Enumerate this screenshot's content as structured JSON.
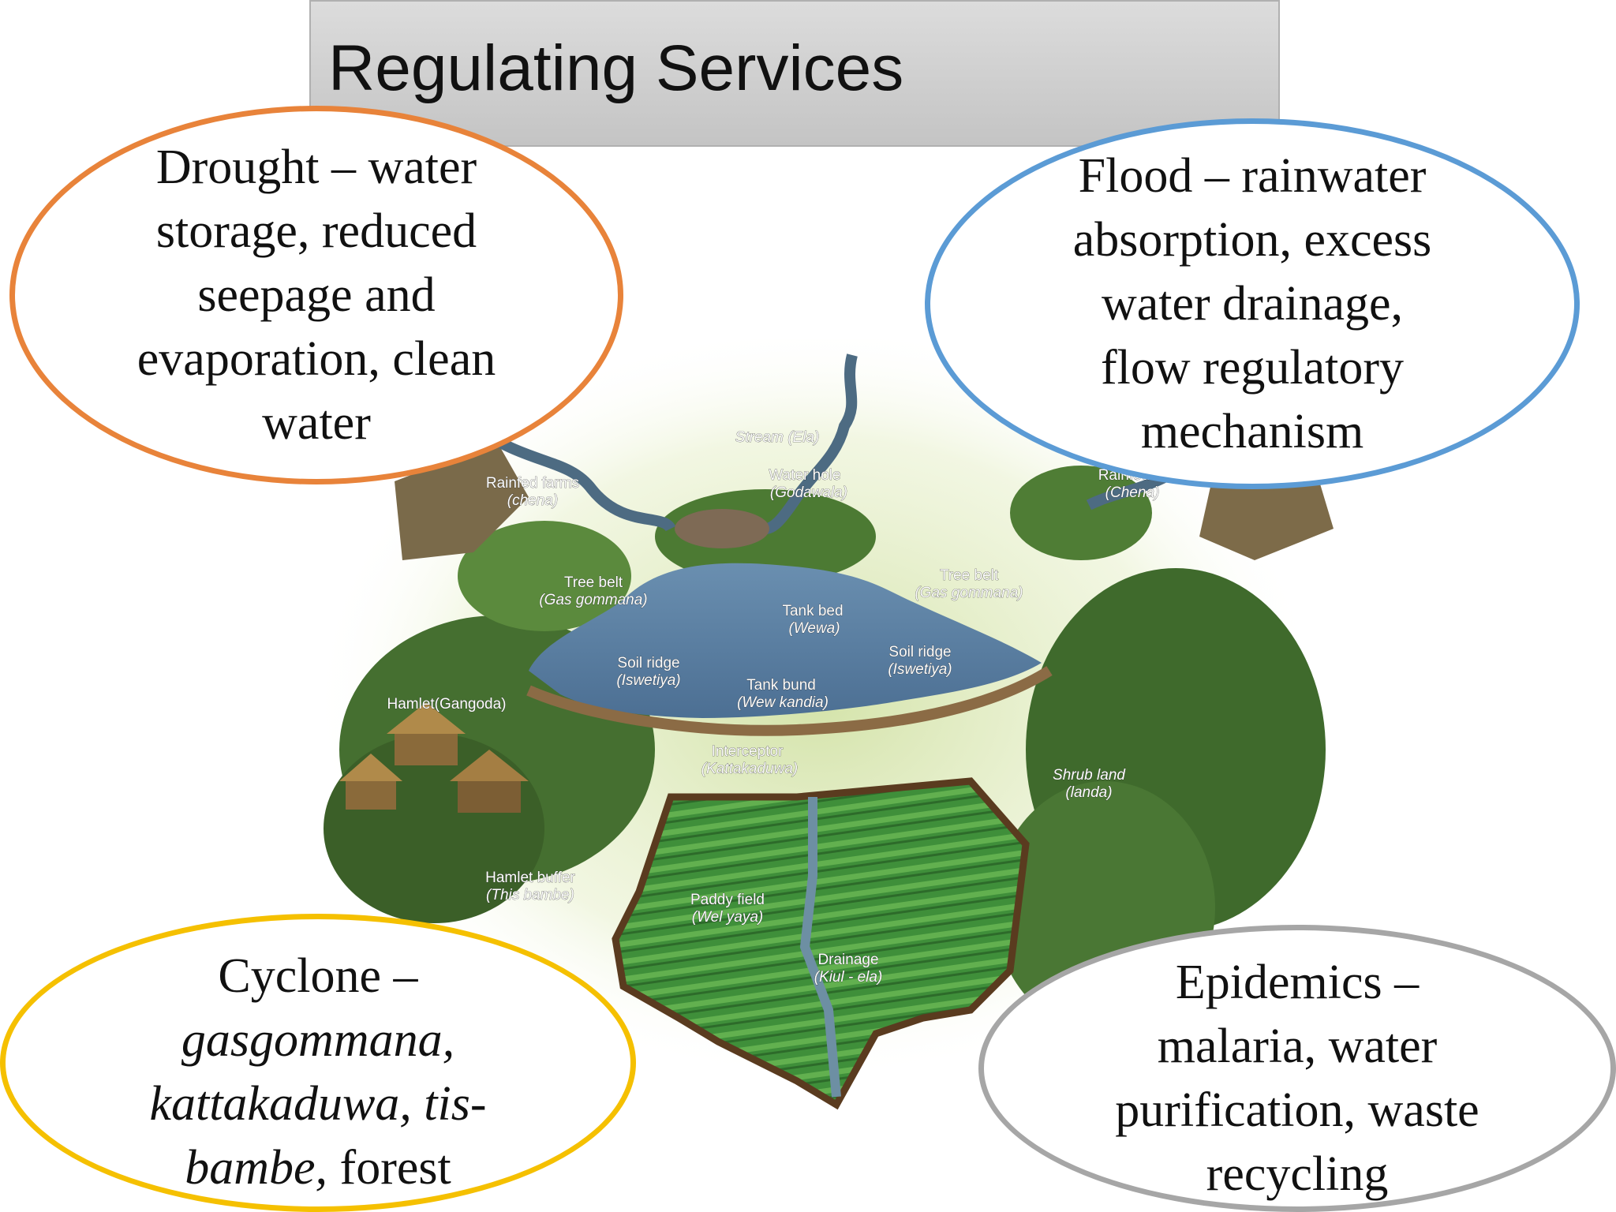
{
  "title": "Regulating Services",
  "boxes": {
    "drought": {
      "lines": [
        "Drought – water",
        "storage, reduced",
        "seepage and",
        "evaporation, clean",
        "water"
      ],
      "border_color": "#e8833a"
    },
    "flood": {
      "lines": [
        "Flood – rainwater",
        "absorption, excess",
        "water drainage,",
        "flow regulatory",
        "mechanism"
      ],
      "border_color": "#5b9bd5"
    },
    "cyclone": {
      "line1": "Cyclone –",
      "line2_italic": "gasgommana,",
      "line3_italic": "kattakaduwa, tis-",
      "line4_italic": "bambe,",
      "line4_plain": " forest",
      "border_color": "#f5c000"
    },
    "epidemics": {
      "lines": [
        "Epidemics –",
        "malaria, water",
        "purification, waste",
        "recycling"
      ],
      "border_color": "#a6a6a6"
    }
  },
  "diagram_labels": {
    "stream": "Stream (Ela)",
    "waterhole_1": "Water hole",
    "waterhole_2": "(Godawala)",
    "rainfed_left_1": "Rainfed farms",
    "rainfed_left_2": "(chena)",
    "rainfed_right_1": "Rainfed fa",
    "rainfed_right_2": "(Chena)",
    "treebelt_left_1": "Tree belt",
    "treebelt_left_2": "(Gas gommana)",
    "treebelt_right_1": "Tree belt",
    "treebelt_right_2": "(Gas gommana)",
    "tankbed_1": "Tank bed",
    "tankbed_2": "(Wewa)",
    "soilridge_left_1": "Soil ridge",
    "soilridge_left_2": "(Iswetiya)",
    "soilridge_right_1": "Soil ridge",
    "soilridge_right_2": "(Iswetiya)",
    "tankbund_1": "Tank bund",
    "tankbund_2": "(Wew kandia)",
    "hamlet": "Hamlet(Gangoda)",
    "interceptor_1": "Interceptor",
    "interceptor_2": "(Kattakaduwa)",
    "shrub_1": "Shrub land",
    "shrub_2": "(landa)",
    "hamletbuffer_1": "Hamlet buffer",
    "hamletbuffer_2": "(This bambe)",
    "paddy_1": "Paddy field",
    "paddy_2": "(Wel yaya)",
    "drainage_1": "Drainage",
    "drainage_2": "(Kiul - ela)"
  }
}
